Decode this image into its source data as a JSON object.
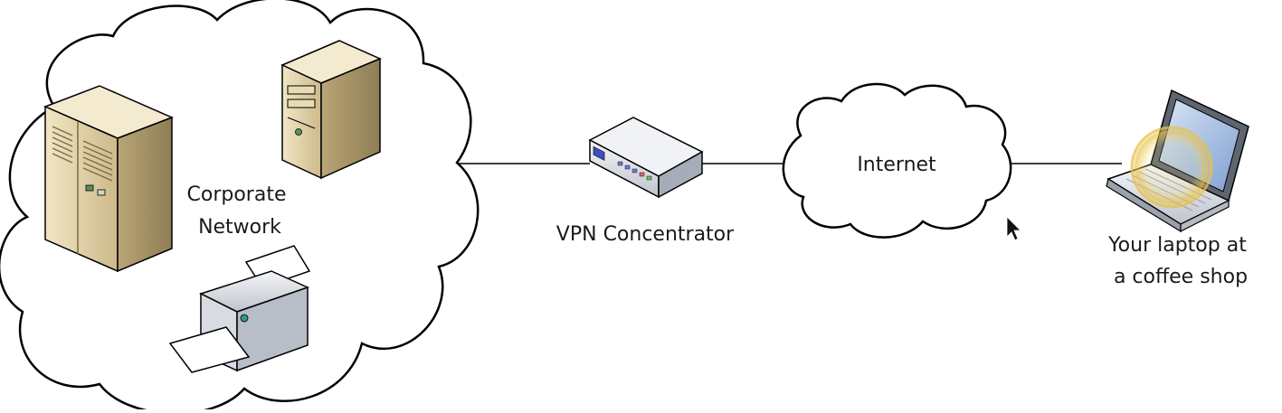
{
  "diagram": {
    "nodes": [
      {
        "id": "corporate",
        "label_lines": [
          "Corporate",
          "Network"
        ],
        "icons": [
          "tower-server-icon",
          "mini-tower-server-icon",
          "printer-icon"
        ]
      },
      {
        "id": "vpn",
        "label_lines": [
          "VPN Concentrator"
        ],
        "icons": [
          "vpn-concentrator-icon"
        ]
      },
      {
        "id": "internet",
        "label_lines": [
          "Internet"
        ],
        "icons": [
          "cloud-icon"
        ]
      },
      {
        "id": "laptop",
        "label_lines": [
          "Your laptop at",
          "a coffee shop"
        ],
        "icons": [
          "laptop-icon"
        ]
      }
    ],
    "links": [
      {
        "from": "corporate",
        "to": "vpn"
      },
      {
        "from": "vpn",
        "to": "internet"
      },
      {
        "from": "internet",
        "to": "laptop"
      }
    ]
  },
  "colors": {
    "server_body": "#e3d3a6",
    "server_side": "#b7a276",
    "device_body": "#dfe3ea",
    "vpn_blue": "#3a4fc7",
    "highlight": "#e8c24a",
    "line": "#000000"
  }
}
